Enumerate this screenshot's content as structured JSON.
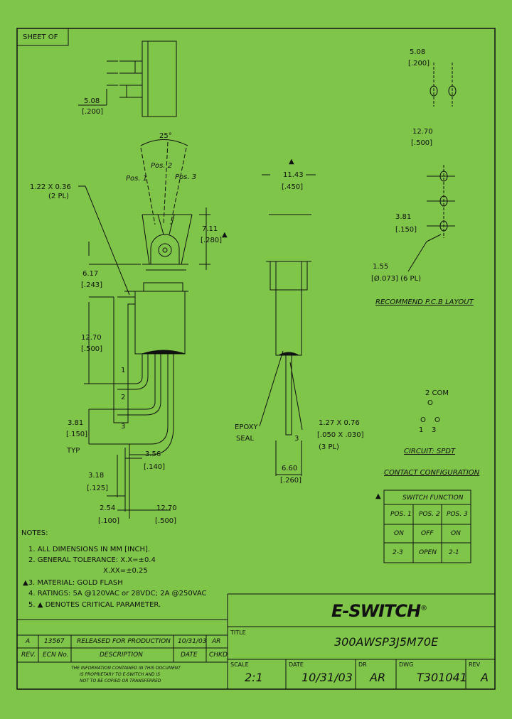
{
  "sheet": "SHEET    OF",
  "dims": {
    "top_508_mm": "5.08",
    "top_508_in": "[.200]",
    "angle": "25°",
    "pos1": "Pos. 1",
    "pos2": "Pos. 2",
    "pos3": "Pos. 3",
    "pin_mm": "1.22 X 0.36",
    "pin_pl": "(2 PL)",
    "h711_mm": "7.11",
    "h711_in": "[.280]",
    "h617_mm": "6.17",
    "h617_in": "[.243]",
    "h1270_mm": "12.70",
    "h1270_in": "[.500]",
    "h381_mm": "3.81",
    "h381_in": "[.150]",
    "typ": "TYP",
    "h318_mm": "3.18",
    "h318_in": "[.125]",
    "h356_mm": "3.56",
    "h356_in": "[.140]",
    "h254_mm": "2.54",
    "h254_in": "[.100]",
    "h1270b_mm": "12.70",
    "h1270b_in": "[.500]",
    "w1143_mm": "11.43",
    "w1143_in": "[.450]",
    "epoxy1": "EPOXY",
    "epoxy2": "SEAL",
    "pin2_mm": "1.27 X 0.76",
    "pin2_in": "[.050 X .030]",
    "pin2_pl": "(3 PL)",
    "w660_mm": "6.60",
    "w660_in": "[.260]",
    "pcb_508_mm": "5.08",
    "pcb_508_in": "[.200]",
    "pcb_1270_mm": "12.70",
    "pcb_1270_in": "[.500]",
    "pcb_381_mm": "3.81",
    "pcb_381_in": "[.150]",
    "pcb_155_mm": "1.55",
    "pcb_155_in": "[Ø.073] (6 PL)",
    "term1": "1",
    "term2": "2",
    "term3": "3"
  },
  "pcb_title": "RECOMMEND P.C.B LAYOUT",
  "circuit": {
    "com": "2 COM",
    "o1": "O",
    "o2": "O",
    "o3": "O",
    "n1": "1",
    "n3": "3",
    "title": "CIRCUIT: SPDT"
  },
  "contact_title": "CONTACT CONFIGURATION",
  "switch_table": {
    "title": "SWITCH FUNCTION",
    "headers": [
      "POS. 1",
      "POS. 2",
      "POS. 3"
    ],
    "rows": [
      [
        "ON",
        "OFF",
        "ON"
      ],
      [
        "2-3",
        "OPEN",
        "2-1"
      ]
    ]
  },
  "notes": {
    "title": "NOTES:",
    "items": [
      "1.  ALL DIMENSIONS IN MM [INCH].",
      "2.  GENERAL TOLERANCE: X.X=±0.4",
      "X.XX=±0.25",
      "▲3.  MATERIAL: GOLD FLASH",
      "4.  RATINGS: 5A @120VAC or 28VDC; 2A @250VAC",
      "5.  ▲ DENOTES CRITICAL PARAMETER."
    ]
  },
  "titleblock": {
    "logo": "E-SWITCH",
    "reg": "®",
    "title_label": "TITLE",
    "title_value": "300AWSP3J5M70E",
    "rev_row": [
      "A",
      "13567",
      "RELEASED FOR PRODUCTION",
      "10/31/03",
      "AR"
    ],
    "head_row": [
      "REV.",
      "ECN No.",
      "DESCRIPTION",
      "DATE",
      "CHKD"
    ],
    "proprietary": [
      "THE INFORMATION CONTAINED IN THIS DOCUMENT",
      "IS PROPRIETARY TO E-SWITCH AND IS",
      "NOT TO BE COPIED OR TRANSFERRED"
    ],
    "scale_label": "SCALE",
    "scale_value": "2:1",
    "date_label": "DATE",
    "date_value": "10/31/03",
    "dr_label": "DR",
    "dr_value": "AR",
    "dwg_label": "DWG",
    "dwg_value": "T301041",
    "rev_label": "REV",
    "rev_value": "A"
  }
}
